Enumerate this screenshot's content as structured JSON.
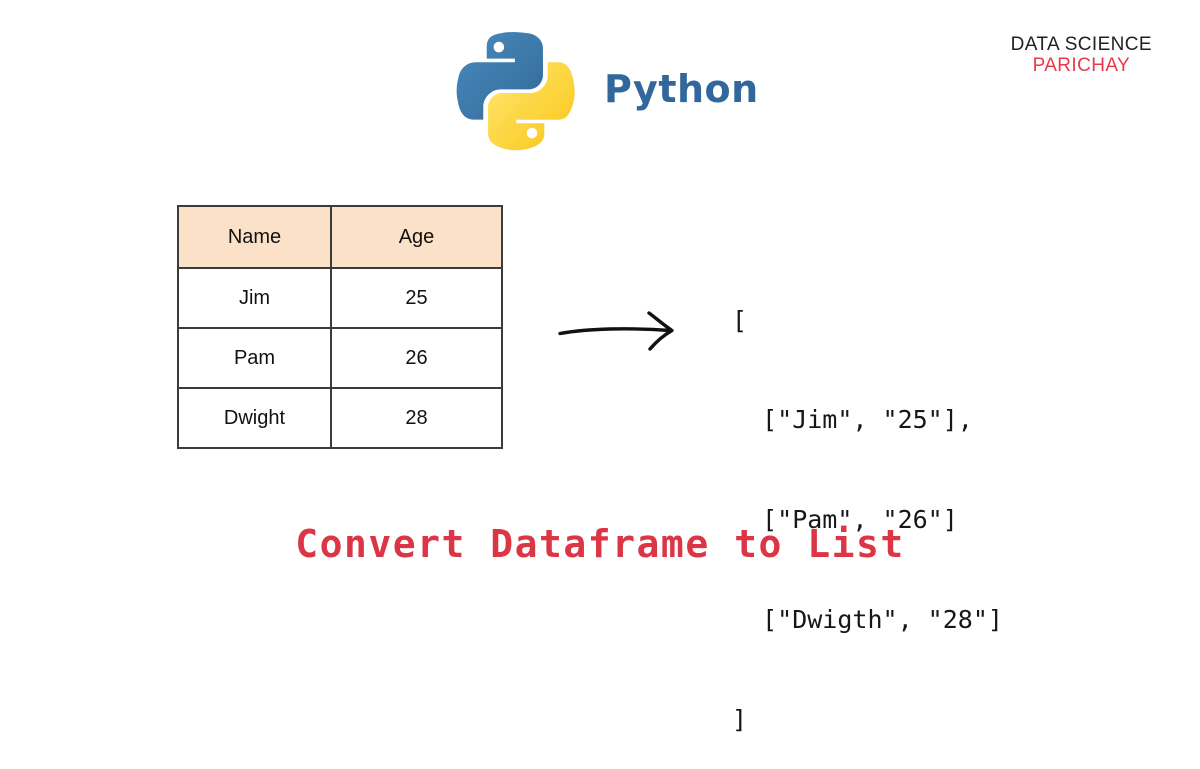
{
  "brand": {
    "line1": "DATA SCIENCE",
    "line2": "PARICHAY",
    "line1_color": "#231f20",
    "line2_color": "#e8394b"
  },
  "logo": {
    "wordmark": "Python",
    "wordmark_color": "#31679b",
    "blue": "#366f9d",
    "yellow": "#fdd746",
    "icon_name": "python-logo-icon"
  },
  "table": {
    "headers": [
      "Name",
      "Age"
    ],
    "header_bg": "#fbe1c8",
    "border_color": "#3b3b3b",
    "rows": [
      [
        "Jim",
        "25"
      ],
      [
        "Pam",
        "26"
      ],
      [
        "Dwight",
        "28"
      ]
    ]
  },
  "arrow": {
    "icon_name": "right-arrow-icon",
    "color": "#111111"
  },
  "output": {
    "lines": [
      "[",
      "  [\"Jim\", \"25\"],",
      "  [\"Pam\", \"26\"]",
      "  [\"Dwigth\", \"28\"]",
      "]"
    ]
  },
  "caption": {
    "text": "Convert Dataframe to List",
    "color": "#dc3545"
  }
}
